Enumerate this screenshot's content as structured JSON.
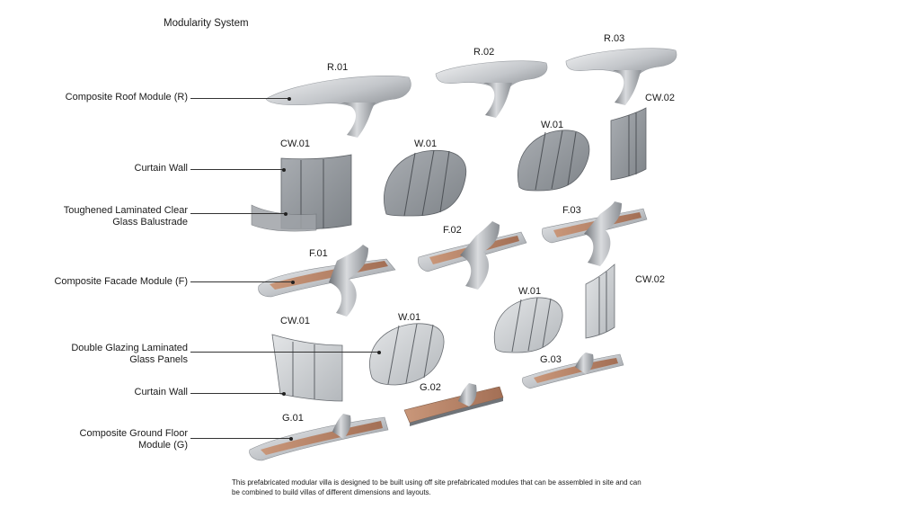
{
  "title": "Modularity System",
  "labels": {
    "roof": "Composite Roof Module (R)",
    "curtain_wall_1": "Curtain Wall",
    "balustrade_line1": "Toughened Laminated Clear",
    "balustrade_line2": "Glass Balustrade",
    "facade": "Composite Facade Module (F)",
    "double_glazing_line1": "Double Glazing Laminated",
    "double_glazing_line2": "Glass  Panels",
    "curtain_wall_2": "Curtain Wall",
    "ground_line1": "Composite Ground Floor",
    "ground_line2": "Module (G)"
  },
  "codes": {
    "r01": "R.01",
    "r02": "R.02",
    "r03": "R.03",
    "cw01_top": "CW.01",
    "w01_top_a": "W.01",
    "w01_top_b": "W.01",
    "cw02_top": "CW.02",
    "f01": "F.01",
    "f02": "F.02",
    "f03": "F.03",
    "cw01_low": "CW.01",
    "w01_low_a": "W.01",
    "w01_low_b": "W.01",
    "cw02_low": "CW.02",
    "g01": "G.01",
    "g02": "G.02",
    "g03": "G.03"
  },
  "caption": {
    "line1": "This prefabricated modular villa is designed to be built using off site prefabricated modules that can be assembled in  site and can",
    "line2": "be combined to build villas of different dimensions and layouts."
  },
  "colors": {
    "aluminium": "#b9bcc0",
    "aluminium_light": "#e6e8ea",
    "aluminium_dark": "#6f7378",
    "glass_dark": "#8d9196",
    "glass_light": "#c9ccd0",
    "timber": "#b27e62"
  }
}
